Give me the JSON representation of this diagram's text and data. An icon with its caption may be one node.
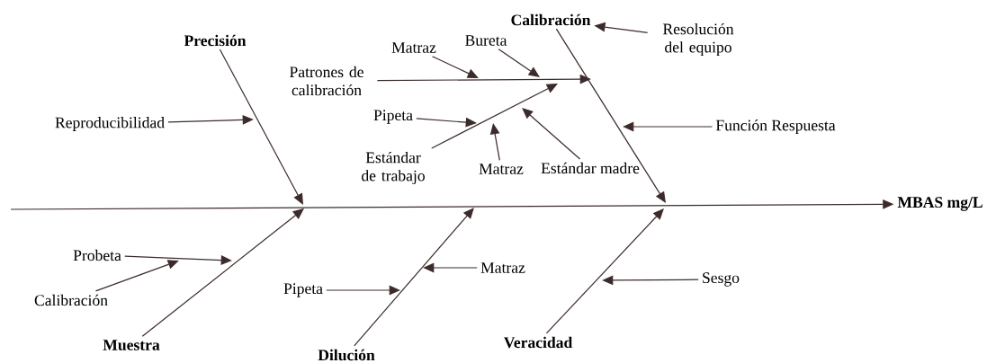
{
  "diagram": {
    "nodes": [
      {
        "text": [
          "Precisión"
        ]
      },
      {
        "text": [
          "Reproducibilidad"
        ]
      },
      {
        "text": [
          "Calibración"
        ]
      },
      {
        "text": [
          "Resolución del equipo"
        ]
      },
      {
        "text": [
          "Matraz"
        ]
      },
      {
        "text": [
          "Bureta"
        ]
      },
      {
        "text": [
          "Patrones de calibración"
        ]
      },
      {
        "text": [
          "Pipeta"
        ]
      },
      {
        "text": [
          "Estándar de trabajo"
        ]
      },
      {
        "text": [
          "Matraz"
        ]
      },
      {
        "text": [
          "Estándar madre"
        ]
      },
      {
        "text": [
          "Función Respuesta"
        ]
      },
      {
        "text": [
          "MBAS mg/L"
        ]
      },
      {
        "text": [
          "Probeta"
        ]
      },
      {
        "text": [
          "Calibración"
        ]
      },
      {
        "text": [
          "Muestra"
        ]
      },
      {
        "text": [
          "Pipeta"
        ]
      },
      {
        "text": [
          "Dilución"
        ]
      },
      {
        "text": [
          "Matraz"
        ]
      },
      {
        "text": [
          "Veracidad"
        ]
      },
      {
        "text": [
          "Sesgo"
        ]
      }
    ],
    "edges": [
      {
        "from": null,
        "to": 12,
        "arrow": "to"
      },
      {
        "from": 0,
        "to": null,
        "arrow": "to"
      },
      {
        "from": 1,
        "to": null,
        "arrow": "to"
      },
      {
        "from": 2,
        "to": null,
        "arrow": "to"
      },
      {
        "from": 3,
        "to": 2,
        "arrow": "to"
      },
      {
        "from": 6,
        "to": null,
        "arrow": "to"
      },
      {
        "from": 4,
        "to": null,
        "arrow": "to"
      },
      {
        "from": 5,
        "to": null,
        "arrow": "to"
      },
      {
        "from": 8,
        "to": null,
        "arrow": "to"
      },
      {
        "from": 7,
        "to": null,
        "arrow": "to"
      },
      {
        "from": 9,
        "to": null,
        "arrow": "to"
      },
      {
        "from": 10,
        "to": null,
        "arrow": "to"
      },
      {
        "from": 11,
        "to": null,
        "arrow": "to"
      },
      {
        "from": 15,
        "to": null,
        "arrow": "to"
      },
      {
        "from": 13,
        "to": null,
        "arrow": "to"
      },
      {
        "from": 14,
        "to": null,
        "arrow": "to"
      },
      {
        "from": 17,
        "to": null,
        "arrow": "to"
      },
      {
        "from": 16,
        "to": null,
        "arrow": "to"
      },
      {
        "from": 18,
        "to": null,
        "arrow": "to"
      },
      {
        "from": 19,
        "to": null,
        "arrow": "to"
      },
      {
        "from": 20,
        "to": null,
        "arrow": "to"
      }
    ]
  }
}
